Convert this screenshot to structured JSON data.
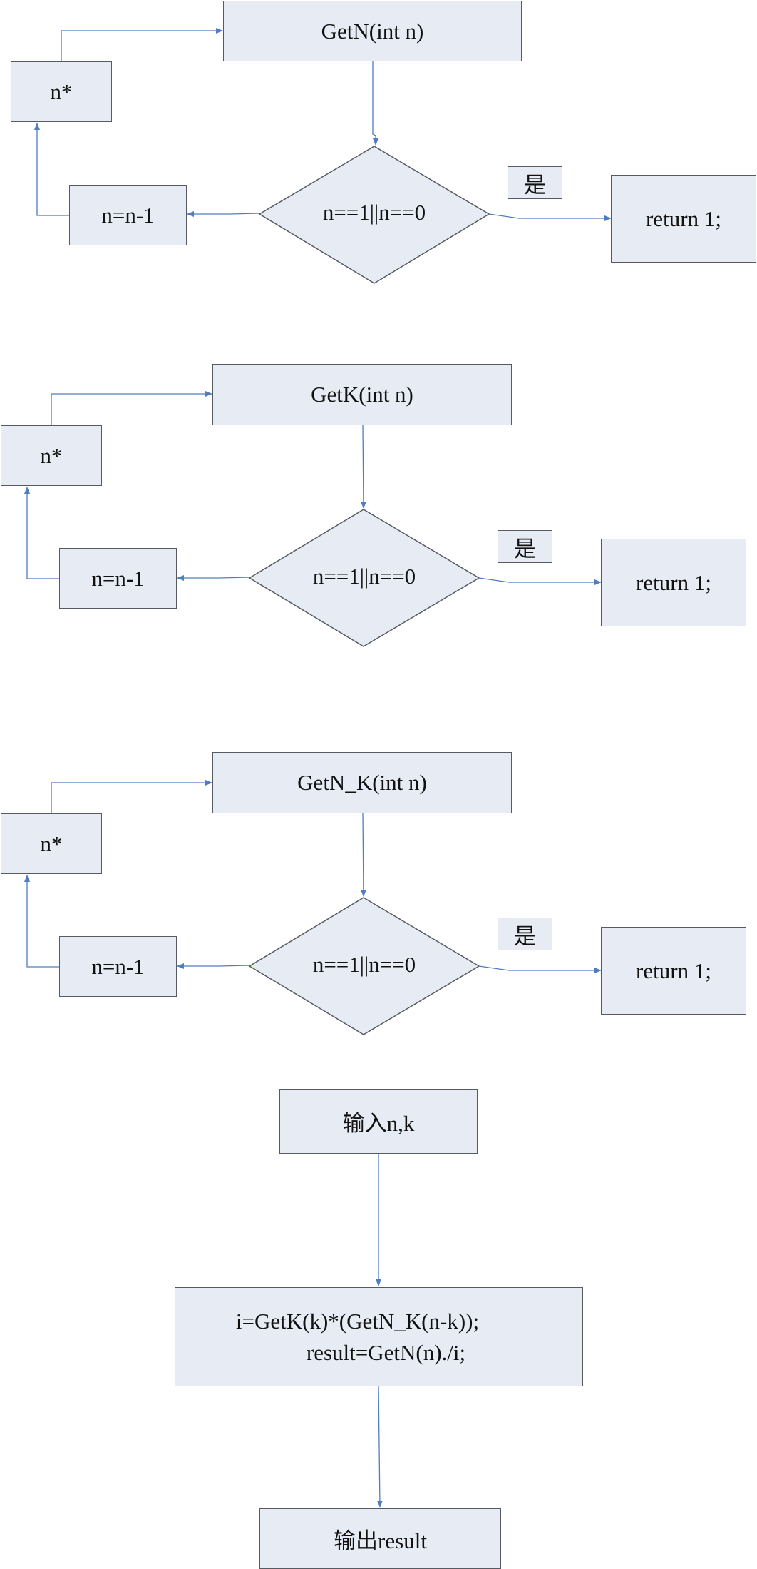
{
  "colors": {
    "box_fill": "#e6ebf4",
    "box_border": "#555a63",
    "arrow": "#4f7dc0"
  },
  "flow1": {
    "title": "GetN(int n)",
    "multiply": "n*",
    "decrement": "n=n-1",
    "condition": "n==1||n==0",
    "yes": "是",
    "return": "return 1;"
  },
  "flow2": {
    "title": "GetK(int n)",
    "multiply": "n*",
    "decrement": "n=n-1",
    "condition": "n==1||n==0",
    "yes": "是",
    "return": "return 1;"
  },
  "flow3": {
    "title": "GetN_K(int n)",
    "multiply": "n*",
    "decrement": "n=n-1",
    "condition": "n==1||n==0",
    "yes": "是",
    "return": "return 1;"
  },
  "main": {
    "input": "输入n,k",
    "compute_line1": "i=GetK(k)*(GetN_K(n-k));",
    "compute_line2": "result=GetN(n)./i;",
    "output": "输出result"
  }
}
